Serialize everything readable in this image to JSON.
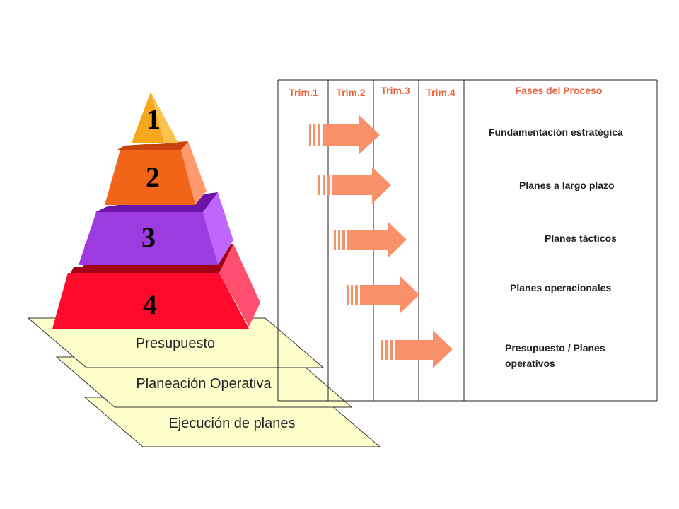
{
  "pyramid": {
    "levels": [
      "1",
      "2",
      "3",
      "4"
    ],
    "colors": {
      "l1_front": "#f6a81c",
      "l1_side": "#f8c34e",
      "l2_front": "#f26418",
      "l2_side": "#ff9a6e",
      "l2_top": "#c9430c",
      "l3_front": "#9b3be0",
      "l3_side": "#bf66ff",
      "l3_top": "#6a15a8",
      "l4_front": "#ff0a2c",
      "l4_side": "#ff4e6e",
      "l4_top": "#a00012"
    }
  },
  "slabs": {
    "labels": [
      "Presupuesto",
      "Planeación Operativa",
      "Ejecución de planes"
    ],
    "fill": "#ffffcc"
  },
  "timeline": {
    "headers": [
      "Trim.1",
      "Trim.2",
      "Trim.3",
      "Trim.4"
    ],
    "phase_header": "Fases del Proceso",
    "phases": [
      [
        "Fundamentación estratégica"
      ],
      [
        "Planes a largo plazo"
      ],
      [
        "Planes tácticos"
      ],
      [
        "Planes operacionales"
      ],
      [
        "Presupuesto / Planes",
        "operativos"
      ]
    ],
    "arrow_color": "#fa9069",
    "header_color": "#e8643c"
  }
}
